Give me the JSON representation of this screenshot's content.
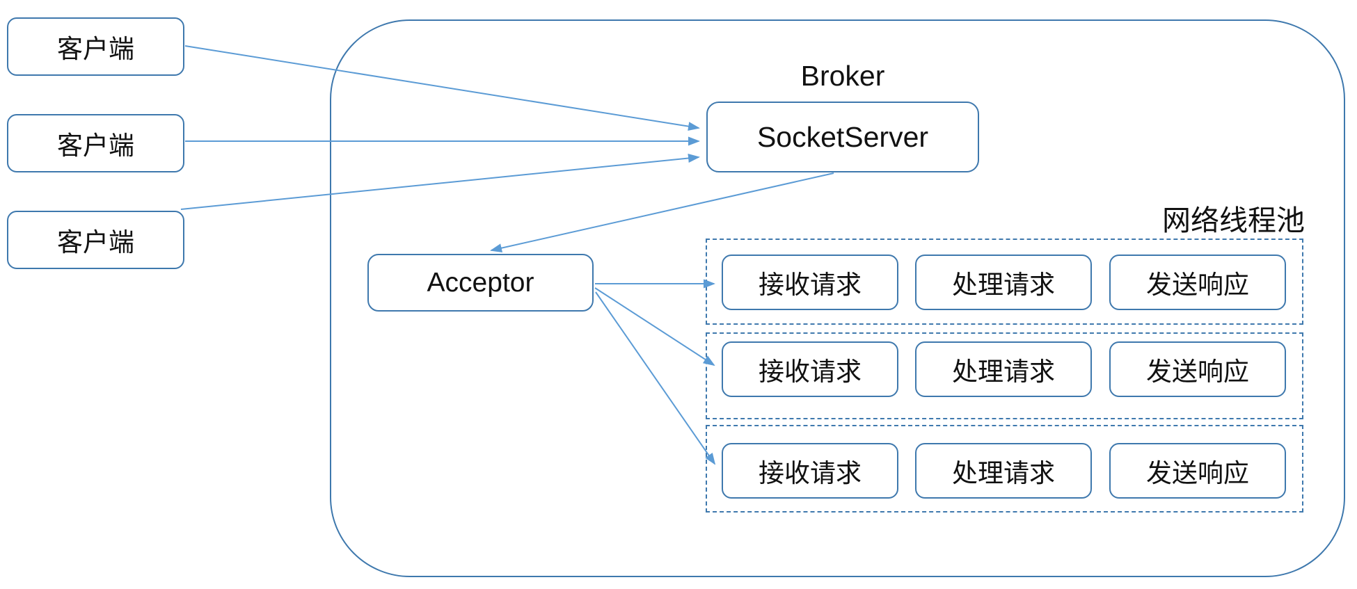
{
  "diagram": {
    "clients": [
      {
        "label": "客户端"
      },
      {
        "label": "客户端"
      },
      {
        "label": "客户端"
      }
    ],
    "broker": {
      "title": "Broker",
      "socket_server": {
        "label": "SocketServer"
      },
      "acceptor": {
        "label": "Acceptor"
      },
      "network_thread_pool": {
        "title": "网络线程池",
        "threads": [
          {
            "steps": [
              "接收请求",
              "处理请求",
              "发送响应"
            ]
          },
          {
            "steps": [
              "接收请求",
              "处理请求",
              "发送响应"
            ]
          },
          {
            "steps": [
              "接收请求",
              "处理请求",
              "发送响应"
            ]
          }
        ]
      }
    },
    "connections": [
      {
        "from": "client-1",
        "to": "socket-server"
      },
      {
        "from": "client-2",
        "to": "socket-server"
      },
      {
        "from": "client-3",
        "to": "socket-server"
      },
      {
        "from": "socket-server",
        "to": "acceptor"
      },
      {
        "from": "acceptor",
        "to": "thread-1"
      },
      {
        "from": "acceptor",
        "to": "thread-2"
      },
      {
        "from": "acceptor",
        "to": "thread-3"
      }
    ],
    "colors": {
      "box_border": "#3E78AD",
      "arrow": "#5B9BD5",
      "text": "#111111",
      "background": "#ffffff"
    }
  }
}
